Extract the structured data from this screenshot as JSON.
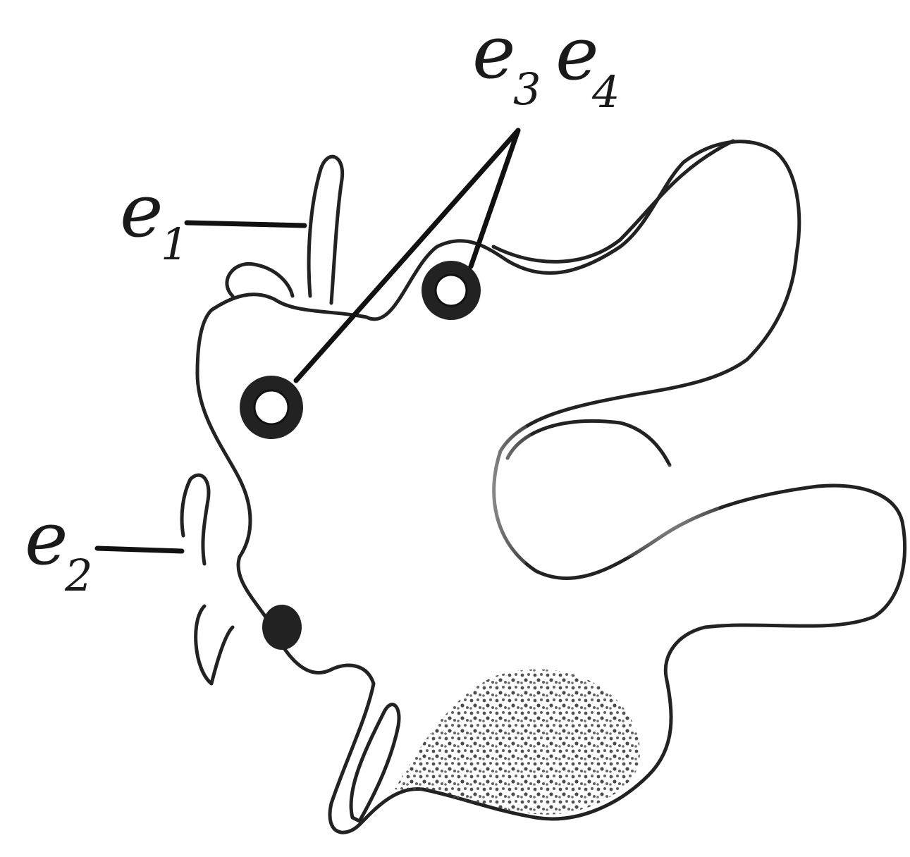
{
  "labels": [
    {
      "id": "e1",
      "letter": "e",
      "subscript": "1"
    },
    {
      "id": "e2",
      "letter": "e",
      "subscript": "2"
    },
    {
      "id": "e3",
      "letter": "e",
      "subscript": "3"
    },
    {
      "id": "e4",
      "letter": "e",
      "subscript": "4"
    }
  ],
  "colors": {
    "ink": "#1a1a1a",
    "stipple": "#555555",
    "background": "#ffffff"
  }
}
